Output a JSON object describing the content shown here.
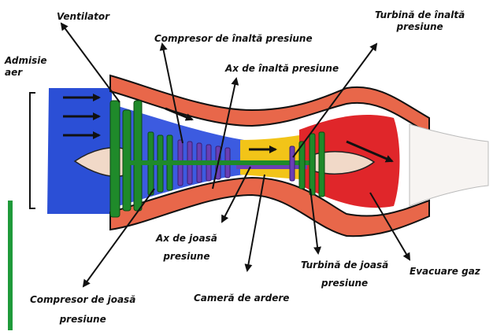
{
  "labels": {
    "ventilator": "Ventilator",
    "admisie_line1": "Admisie",
    "admisie_line2": "aer",
    "compresor_inalta": "Compresor de înaltă presiune",
    "ax_inalta": "Ax de înaltă presiune",
    "turbina_inalta_line1": "Turbină de înaltă",
    "turbina_inalta_line2": "presiune",
    "ax_joasa_line1": "Ax de joasă",
    "ax_joasa_line2": "presiune",
    "camera_ardere": "Cameră de ardere",
    "turbina_joasa_line1": "Turbină de joasă",
    "turbina_joasa_line2": "presiune",
    "evacuare_gaz": "Evacuare gaz",
    "compresor_joasa_line1": "Compresor de joasă",
    "compresor_joasa_line2": "presiune"
  },
  "colors": {
    "intake": "#2b4fd6",
    "fan": "#1f8a2a",
    "compressor_blades": "#6a3fb5",
    "compressor_zone": "#3c5be0",
    "combustion": "#f2c418",
    "turbine_zone": "#e0262a",
    "casing": "#e8674a",
    "spinner": "#f1d9c8",
    "shaft_high": "#1f8a2a",
    "outline": "#111111",
    "left_bar": "#1f9a3a"
  }
}
